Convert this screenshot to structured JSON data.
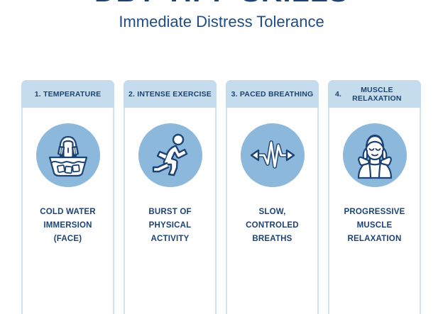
{
  "header": {
    "title": "DBT TIPP SKILLS",
    "subtitle": "Immediate Distress Tolerance"
  },
  "colors": {
    "page_background": "#ffffff",
    "title_text": "#1d4274",
    "subtitle_text": "#1f4c84",
    "card_header_background": "#c5dcec",
    "card_border": "#cfe2f2",
    "icon_circle_background": "#8cb8dc",
    "icon_stroke": "#1d4274",
    "icon_fill": "#ffffff"
  },
  "cards": [
    {
      "number": "1.",
      "header": "1. TEMPERATURE",
      "header_title": "TEMPERATURE",
      "icon": "face-in-ice-water-bowl-icon",
      "label": "COLD WATER\nIMMERSION\n(FACE)"
    },
    {
      "number": "2.",
      "header": "2. INTENSE EXERCISE",
      "header_title": "INTENSE EXERCISE",
      "icon": "running-person-icon",
      "label": "BURST OF\nPHYSICAL\nACTIVITY"
    },
    {
      "number": "3.",
      "header": "3. PACED BREATHING",
      "header_title": "PACED BREATHING",
      "icon": "breath-waveform-arrows-icon",
      "label": "SLOW,\nCONTROLED\nBREATHS"
    },
    {
      "number": "4.",
      "header": "4. MUSCLE RELAXATION",
      "header_title": "MUSCLE\nRELAXATION",
      "icon": "person-relaxing-shoulders-icon",
      "label": "PROGRESSIVE\nMUSCLE\nRELAXATION"
    }
  ]
}
